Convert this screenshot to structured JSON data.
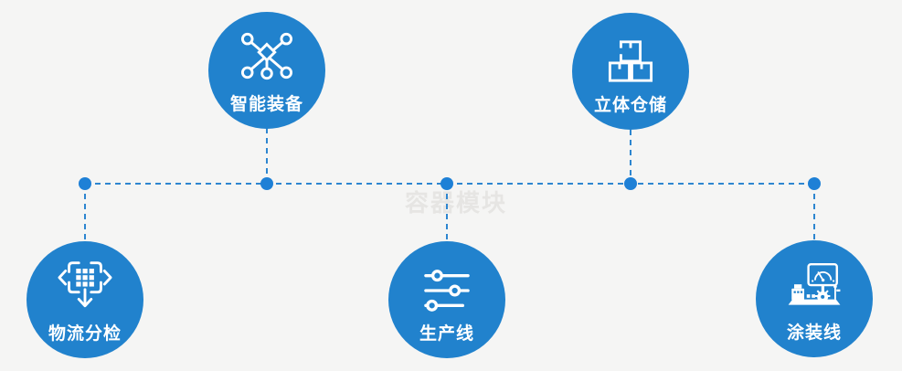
{
  "page": {
    "background": "#f5f5f4",
    "accent_color": "#2182cd",
    "connector_color": "#2e86d0",
    "dot_color": "#1e80d6",
    "watermark": "容器模块"
  },
  "nodes": [
    {
      "label": "智能装备",
      "icon": "molecule-network-icon",
      "row": "top"
    },
    {
      "label": "立体仓储",
      "icon": "stacked-boxes-icon",
      "row": "top"
    },
    {
      "label": "物流分检",
      "icon": "sorting-move-icon",
      "row": "bottom"
    },
    {
      "label": "生产线",
      "icon": "sliders-icon",
      "row": "bottom"
    },
    {
      "label": "涂装线",
      "icon": "machine-station-icon",
      "row": "bottom"
    }
  ]
}
